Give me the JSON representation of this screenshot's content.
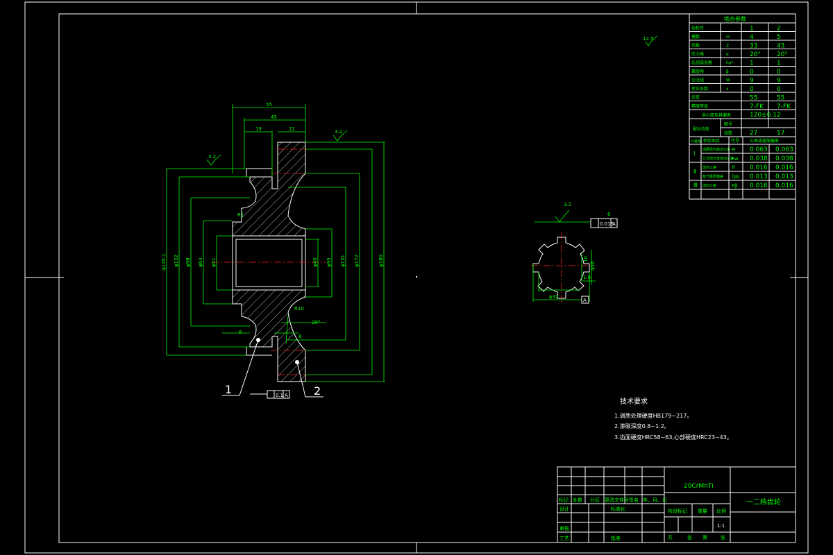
{
  "params": {
    "title": "啮合参数",
    "rows": [
      {
        "label": "齿轮号",
        "sym": "",
        "v1": "1",
        "v2": "2"
      },
      {
        "label": "模数",
        "sym": "m",
        "v1": "4",
        "v2": "5"
      },
      {
        "label": "齿数",
        "sym": "Z",
        "v1": "33",
        "v2": "43"
      },
      {
        "label": "压力角",
        "sym": "α",
        "v1": "20°",
        "v2": "20°"
      },
      {
        "label": "齿顶高系数",
        "sym": "ha*",
        "v1": "1",
        "v2": "1"
      },
      {
        "label": "螺旋角",
        "sym": "β",
        "v1": "0",
        "v2": "0"
      },
      {
        "label": "公法线",
        "sym": "W",
        "v1": "9",
        "v2": "9"
      },
      {
        "label": "变位系数",
        "sym": "x",
        "v1": "0",
        "v2": "0"
      },
      {
        "label": "齿宽",
        "sym": "",
        "v1": "55",
        "v2": "55"
      },
      {
        "label": "精度等级",
        "sym": "",
        "v1": "7-FK",
        "v2": "7-FK"
      }
    ],
    "center_label": "中心距及其偏差",
    "center_value": "120±0.12",
    "mate_label": "配对齿轮",
    "mate_no_label": "图号",
    "mate_teeth_label": "齿数",
    "mate_v1": "27",
    "mate_v2": "17",
    "tol_header": [
      "公差组",
      "检验项目",
      "代号",
      "公差或极限偏差"
    ],
    "tol_groups": [
      {
        "group": "Ⅰ",
        "items": [
          {
            "label": "齿圈径向跳动公差",
            "sym": "Fr",
            "v1": "0.063",
            "v2": "0.063"
          },
          {
            "label": "公法线长度变动公差",
            "sym": "Fw",
            "v1": "0.038",
            "v2": "0.038"
          }
        ]
      },
      {
        "group": "Ⅱ",
        "items": [
          {
            "label": "齿形公差",
            "sym": "ff",
            "v1": "0.016",
            "v2": "0.016"
          },
          {
            "label": "基节极限偏差",
            "sym": "fpb",
            "v1": "0.013",
            "v2": "0.013"
          }
        ]
      },
      {
        "group": "Ⅲ",
        "items": [
          {
            "label": "齿向公差",
            "sym": "Fβ",
            "v1": "0.016",
            "v2": "0.016"
          }
        ]
      }
    ]
  },
  "roughness_main": "12.5",
  "dims": {
    "d55": "55",
    "d45": "45",
    "d19": "19",
    "d21": "21",
    "r32a": "3.2",
    "r32b": "3.2",
    "r32c": "3.2",
    "phi_left1": "φ145.1",
    "phi_left2": "φ132",
    "phi_left3": "φ98",
    "phi_left4": "φ63",
    "phi_left5": "φ51",
    "phi_right1": "φ40",
    "phi_right2": "φ95",
    "phi_right3": "φ131",
    "phi_right4": "φ172",
    "phi_right5": "φ180",
    "r10": "R10",
    "ang20": "20°",
    "d6": "6",
    "d8": "8",
    "r1": "R1",
    "tol_runout": "0.1",
    "datum_a": "A"
  },
  "callouts": {
    "c1": "1",
    "c2": "2"
  },
  "spline": {
    "rough": "3.2",
    "tol_val": "0.015",
    "datum": "A",
    "d6": "6",
    "phi_bottom": "φ32",
    "phi_side": "φ36",
    "d16": "1.6",
    "d10": "10"
  },
  "tech": {
    "title": "技术要求",
    "items": [
      "1.调质处理硬度HB179~217。",
      "2.渗碳深度0.8~1.2。",
      "3.齿面硬度HRC58~63,心部硬度HRC23~43。"
    ]
  },
  "titleblock": {
    "material": "20CrMnTi",
    "part_name": "一二档齿轮",
    "rev_headers": [
      "标记",
      "处数",
      "分区",
      "更改文件号",
      "签名",
      "年、月、日"
    ],
    "design": "设计",
    "standardize": "标准化",
    "review": "审核",
    "process": "工艺",
    "approve": "批准",
    "stage_mark": "阶段标记",
    "weight": "重量",
    "scale": "比例",
    "scale_value": "1:1",
    "sheets": [
      "共",
      "张",
      "第",
      "张"
    ]
  }
}
